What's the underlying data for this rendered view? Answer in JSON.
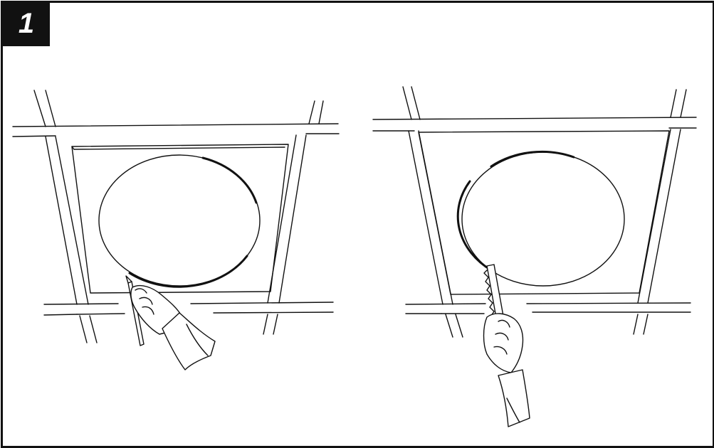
{
  "step": {
    "number": "1"
  },
  "colors": {
    "ink": "#111111",
    "paper": "#ffffff"
  },
  "panels": [
    {
      "id": "mark-circle",
      "tool": "pencil-icon"
    },
    {
      "id": "cut-circle",
      "tool": "keyhole-saw-icon"
    }
  ]
}
